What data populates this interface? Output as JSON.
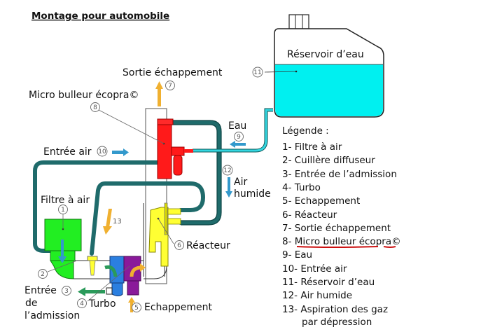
{
  "title": "Montage pour automobile",
  "labels": {
    "sortie_echappement": "Sortie échappement",
    "micro_bulleur": "Micro bulleur écopra©",
    "entree_air": "Entrée air",
    "eau": "Eau",
    "air": "Air",
    "humide": "humide",
    "filtre_air": "Filtre à air",
    "reacteur": "Réacteur",
    "entree": "Entrée",
    "de": "de",
    "admission": "l’admission",
    "turbo": "Turbo",
    "echappement": "Echappement",
    "reservoir": "Réservoir d’eau",
    "aspiration_num": "13"
  },
  "markers": {
    "m1": "1",
    "m2": "2",
    "m3": "3",
    "m4": "4",
    "m5": "5",
    "m6": "6",
    "m7": "7",
    "m8": "8",
    "m9": "9",
    "m10": "10",
    "m11": "11",
    "m12": "12"
  },
  "legend": {
    "heading": "Légende :",
    "items": [
      "1- Filtre à air",
      "2- Cuillère diffuseur",
      "3- Entrée de l’admission",
      "4- Turbo",
      "5- Echappement",
      "6- Réacteur",
      "7- Sortie échappement",
      "8- Micro bulleur écopra©",
      "9- Eau",
      "10- Entrée air",
      "11- Réservoir d’eau",
      "12- Air humide",
      "13- Aspiration des gaz",
      "par dépression"
    ]
  },
  "colors": {
    "pipe": "#1f6b6b",
    "water": "#00f0f0",
    "bubbler": "#ff1a1a",
    "reactor": "#ffff33",
    "filter": "#22ee22",
    "turbo_cold": "#2b7fe0",
    "turbo_hot": "#8a1a9a",
    "arrow_blue": "#3399cc",
    "arrow_orange": "#f0b030",
    "arrow_green": "#2a9a5a",
    "underline": "#cc1111"
  }
}
